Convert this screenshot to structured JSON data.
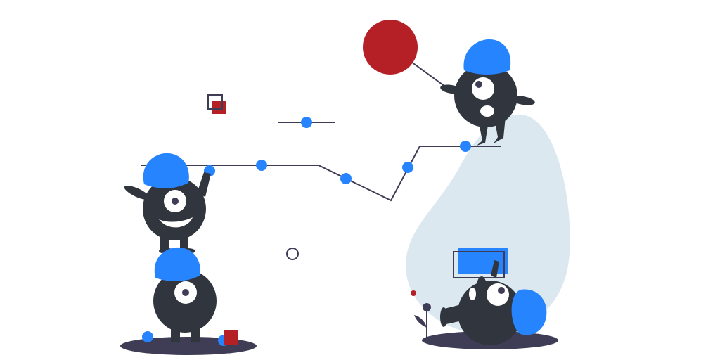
{
  "illustration": {
    "subject": "monsters-climbing-line-chart",
    "colors": {
      "body": "#31353d",
      "accent_blue": "#2684ff",
      "accent_red": "#b52026",
      "blob": "#dce8f0",
      "ground": "#3f3d56",
      "line": "#3f3d56",
      "eye_white": "#ffffff"
    },
    "icons": [
      "balloon",
      "square-outline",
      "circle-outline",
      "plant"
    ]
  }
}
